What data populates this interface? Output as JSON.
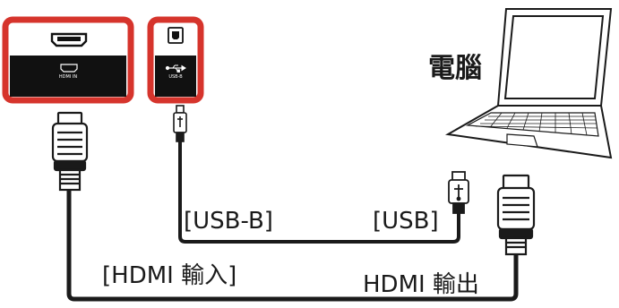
{
  "colors": {
    "highlight": "#d6342c",
    "port_panel": "#111111",
    "cable": "#1a1a1a",
    "text": "#1a1a1a"
  },
  "ports": {
    "hdmi_in_label": "HDMI IN",
    "usb_b_label": "USB-B"
  },
  "computer": {
    "label": "電腦"
  },
  "labels": {
    "usb_b_end": "[USB-B]",
    "usb_end": "[USB]",
    "hdmi_in_end": "[HDMI 輸入]",
    "hdmi_out_end": "HDMI 輸出"
  },
  "icons": [
    "hdmi-port-icon",
    "usb-symbol-icon",
    "usb-b-port-icon",
    "laptop-icon",
    "hdmi-plug-icon",
    "usb-plug-icon"
  ]
}
